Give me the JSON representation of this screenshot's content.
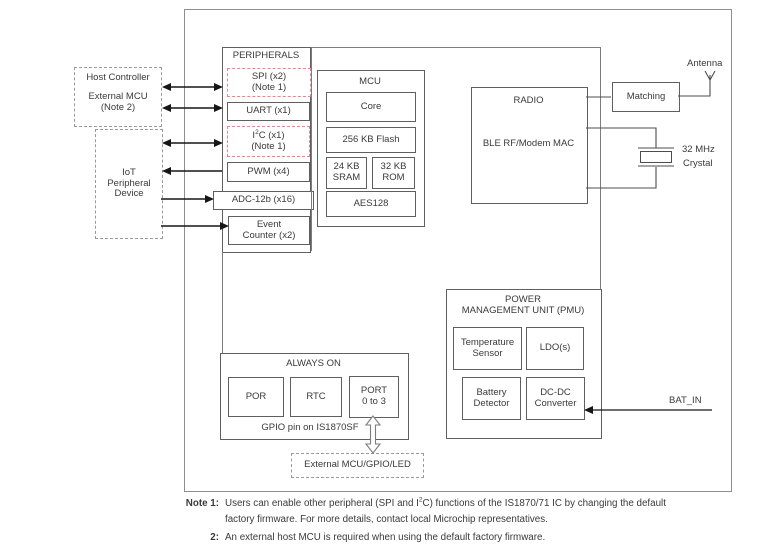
{
  "external_left": {
    "host_controller": {
      "l1": "Host Controller",
      "l2": "External MCU",
      "l3": "(Note 2)"
    },
    "iot_device": {
      "l1": "IoT",
      "l2": "Peripheral",
      "l3": "Device"
    }
  },
  "peripherals": {
    "title": "PERIPHERALS",
    "spi": {
      "l1": "SPI (x2)",
      "l2": "(Note 1)"
    },
    "uart": "UART (x1)",
    "i2c": {
      "pre": "I",
      "sup": "2",
      "post": "C (x1)",
      "l2": "(Note 1)"
    },
    "pwm": "PWM (x4)",
    "adc": "ADC-12b (x16)",
    "event_counter": {
      "l1": "Event",
      "l2": "Counter (x2)"
    }
  },
  "mcu": {
    "title": "MCU",
    "core": "Core",
    "flash": "256 KB Flash",
    "sram": {
      "l1": "24 KB",
      "l2": "SRAM"
    },
    "rom": {
      "l1": "32 KB",
      "l2": "ROM"
    },
    "aes": "AES128"
  },
  "radio": {
    "title": "RADIO",
    "subtitle": "BLE RF/Modem MAC"
  },
  "rf_external": {
    "matching": "Matching",
    "antenna": "Antenna",
    "crystal": {
      "l1": "32 MHz",
      "l2": "Crystal"
    }
  },
  "pmu": {
    "title_l1": "POWER",
    "title_l2": "MANAGEMENT UNIT (PMU)",
    "temperature_sensor": {
      "l1": "Temperature",
      "l2": "Sensor"
    },
    "ldo": "LDO(s)",
    "battery_detector": {
      "l1": "Battery",
      "l2": "Detector"
    },
    "dcdc_converter": {
      "l1": "DC-DC",
      "l2": "Converter"
    }
  },
  "always_on": {
    "title": "ALWAYS ON",
    "por": "POR",
    "rtc": "RTC",
    "port": {
      "l1": "PORT",
      "l2": "0 to 3"
    },
    "gpio_note": "GPIO pin on IS1870SF"
  },
  "bottom_external": {
    "ext_mcu_gpio_led": "External MCU/GPIO/LED"
  },
  "power_input": {
    "bat_in": "BAT_IN"
  },
  "notes": {
    "note1_label": "Note 1:",
    "note1_l1_pre": "Users can enable other peripheral (SPI and I",
    "note1_l1_sup": "2",
    "note1_l1_post": "C) functions of the IS1870/71 IC by changing the default",
    "note1_l2": "factory firmware. For more details, contact local Microchip representatives.",
    "note2_label": "2:",
    "note2_text": "An external host MCU is required when using the default factory firmware."
  },
  "colors": {
    "optional_peripheral_dashed_red": "#e08a86",
    "external_dashed_gray": "#9a9a9a",
    "outer_boundary_gray": "#8e8e8e",
    "wire_gray": "#4d4d4d",
    "arrow_black": "#161616",
    "text_gray": "#3a3a3a"
  }
}
